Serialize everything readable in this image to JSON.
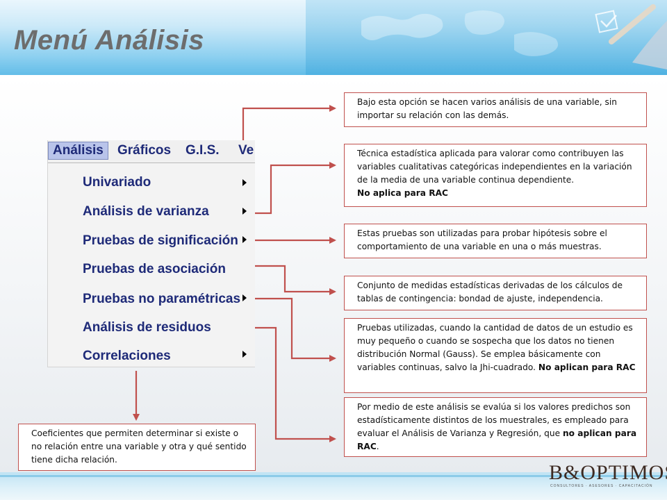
{
  "title": "Menú Análisis",
  "menubar": [
    "Análisis",
    "Gráficos",
    "G.I.S.",
    "Ve"
  ],
  "menu_items": [
    {
      "label": "Univariado",
      "submenu": true
    },
    {
      "label": "Análisis de varianza",
      "submenu": true
    },
    {
      "label": "Pruebas de significación",
      "submenu": true
    },
    {
      "label": "Pruebas de asociación",
      "submenu": false
    },
    {
      "label": "Pruebas no paramétricas",
      "submenu": true
    },
    {
      "label": "Análisis de residuos",
      "submenu": false
    },
    {
      "label": "Correlaciones",
      "submenu": true
    }
  ],
  "descriptions": {
    "univariado": "Bajo esta opción se hacen varios análisis de una variable, sin importar su relación con las demás.",
    "varianza_text": "Técnica estadística aplicada para valorar como contribuyen las variables cualitativas categóricas independientes en la variación de la media de una variable continua dependiente.",
    "varianza_bold": "No aplica para RAC",
    "significacion": "Estas pruebas son utilizadas para probar hipótesis sobre el comportamiento de una variable en una o más muestras.",
    "asociacion": "Conjunto de medidas estadísticas derivadas de los cálculos de tablas de contingencia: bondad de ajuste, independencia.",
    "noparametricas_text": "Pruebas utilizadas, cuando la cantidad de datos de un estudio es muy pequeño o cuando se sospecha que los datos no tienen distribución Normal (Gauss).  Se emplea básicamente con variables continuas, salvo la Jhi-cuadrado.",
    "noparametricas_bold": "No aplican para RAC",
    "residuos_text": "Por medio de este análisis se evalúa si los valores predichos son estadísticamente distintos de los muestrales, es empleado para evaluar el Análisis de Varianza y Regresión, que",
    "residuos_bold": "no aplican para  RAC",
    "residuos_end": ".",
    "correlaciones": "Coeficientes que permiten determinar si existe o no relación entre una variable y otra y qué sentido tiene dicha relación."
  },
  "logo": {
    "text": "B&OPTIMOS",
    "sub": "CONSULTORES · ASESORES · CAPACITACIÓN"
  },
  "colors": {
    "connector": "#c0504d",
    "menu_text": "#1e2a78",
    "title": "#6d6d6d"
  }
}
